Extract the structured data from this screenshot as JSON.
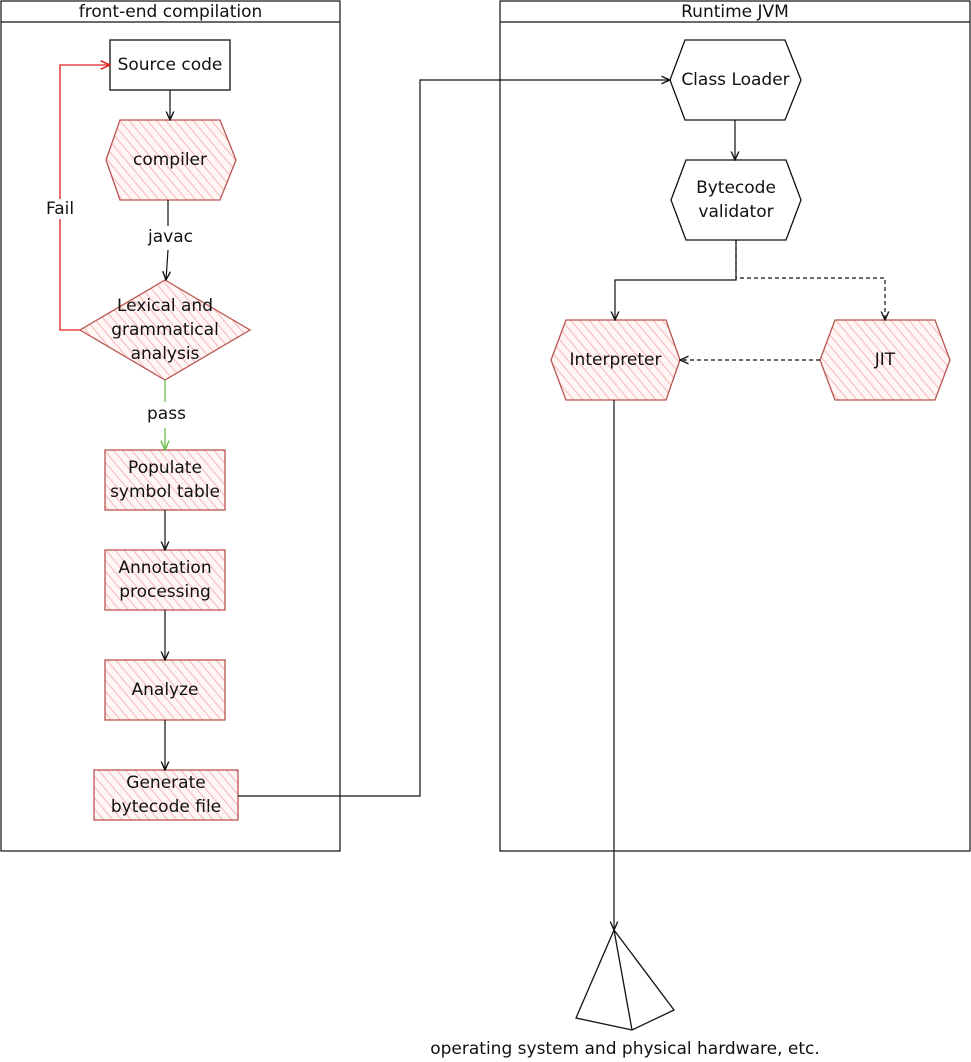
{
  "lanes": {
    "front_end": "front-end compilation",
    "runtime": "Runtime JVM"
  },
  "nodes": {
    "source_code": "Source code",
    "compiler": "compiler",
    "lexical": "Lexical and grammatical analysis",
    "populate": "Populate symbol table",
    "annotation": "Annotation processing",
    "analyze": "Analyze",
    "generate": "Generate bytecode file",
    "class_loader": "Class Loader",
    "bytecode_validator": "Bytecode validator",
    "interpreter": "Interpreter",
    "jit": "JIT",
    "os_label": "operating system and physical hardware, etc."
  },
  "edges": {
    "javac": "javac",
    "fail": "Fail",
    "pass": "pass"
  },
  "colors": {
    "stroke": "#111111",
    "red_stroke": "#b85450",
    "red_fill": "#f8cecc",
    "fail_edge": "#e02020",
    "pass_edge": "#6abf4b"
  }
}
